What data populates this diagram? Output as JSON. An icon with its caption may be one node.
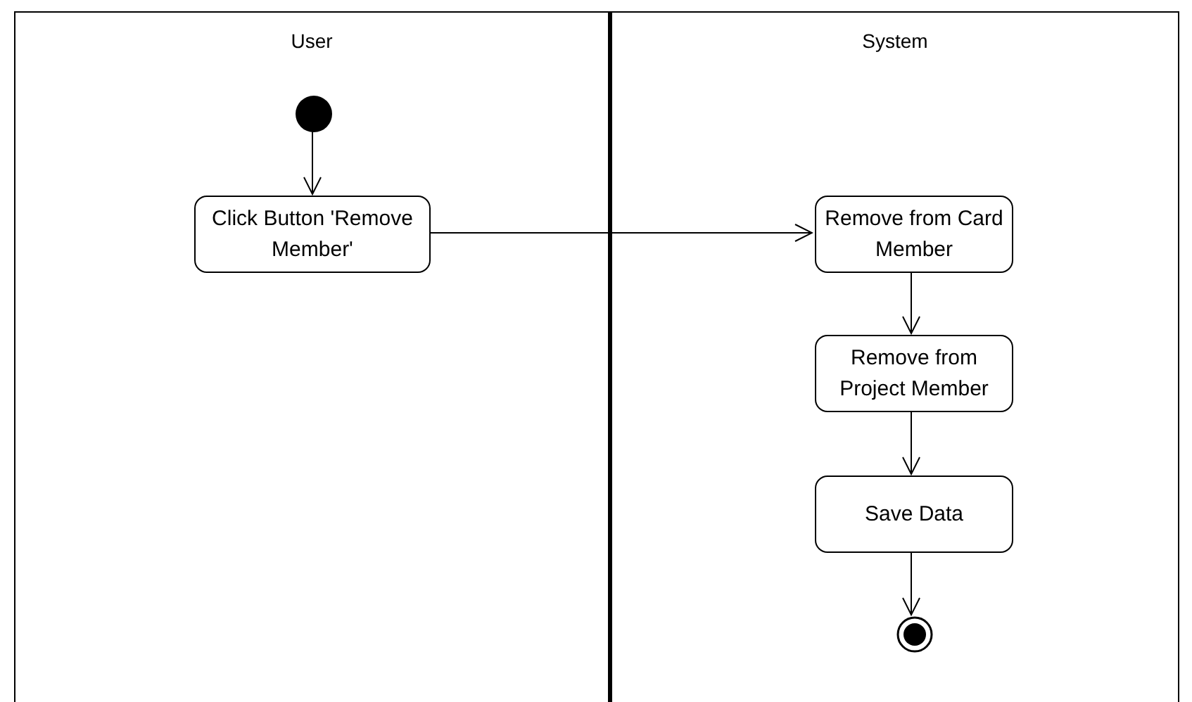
{
  "diagram": {
    "nodes": [
      {
        "text": [
          "User"
        ]
      },
      {
        "text": [
          "System"
        ]
      },
      {
        "text": [],
        "shape": "circle",
        "in": 0
      },
      {
        "text": [
          "Click Button 'Remove Member'"
        ],
        "in": 0
      },
      {
        "text": [
          "Remove from Card Member"
        ],
        "in": 1
      },
      {
        "text": [
          "Remove from Project Member"
        ],
        "in": 1
      },
      {
        "text": [
          "Save Data"
        ],
        "in": 1
      },
      {
        "text": [],
        "shape": "bullseye",
        "in": 1
      }
    ],
    "edges": [
      {
        "from": 2,
        "to": 3,
        "arrow": "to"
      },
      {
        "from": 3,
        "to": 4,
        "arrow": "to"
      },
      {
        "from": 4,
        "to": 5,
        "arrow": "to"
      },
      {
        "from": 5,
        "to": 6,
        "arrow": "to"
      },
      {
        "from": 6,
        "to": 7,
        "arrow": "to"
      }
    ]
  }
}
